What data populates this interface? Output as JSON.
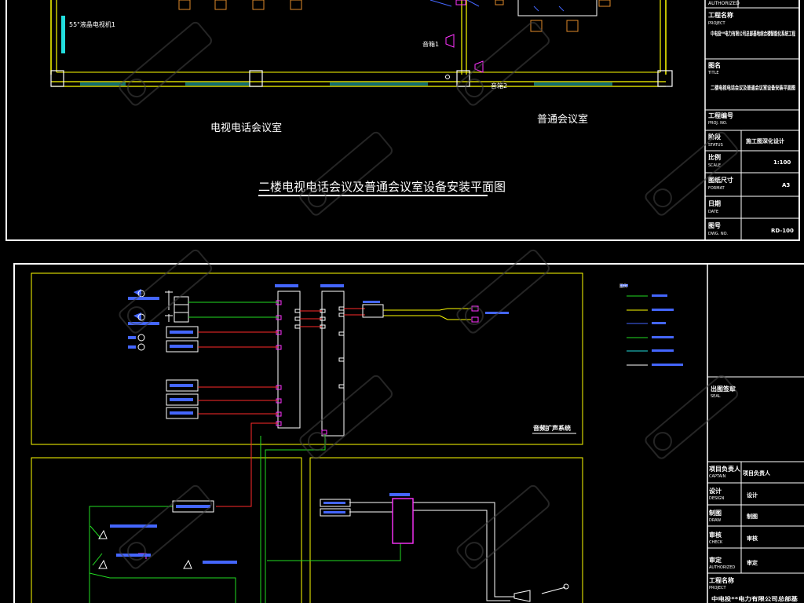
{
  "top_sheet": {
    "rooms": {
      "tv_room": "电视电话会议室",
      "ordinary_room": "普通会议室"
    },
    "labels": {
      "tv": "55\"液晶电视机1",
      "speaker1": "音箱1",
      "speaker2": "音箱2"
    },
    "drawing_title": "二楼电视电话会议及普通会议室设备安装平面图",
    "title_block": [
      {
        "label": "工程名称",
        "sub": "PROJECT",
        "value": "中电投**电力有限公司总部基地综合楼智能化系统工程"
      },
      {
        "label": "图名",
        "sub": "TITLE",
        "value": "二楼电视电话会议及普通会议室设备安装平面图"
      },
      {
        "label": "工程编号",
        "sub": "PROJ. NO.",
        "value": ""
      },
      {
        "label": "阶段",
        "sub": "STATUS",
        "value": "施工图深化设计"
      },
      {
        "label": "比例",
        "sub": "SCALE",
        "value": "1:100"
      },
      {
        "label": "图纸尺寸",
        "sub": "FORMAT",
        "value": "A3"
      },
      {
        "label": "日期",
        "sub": "DATE",
        "value": ""
      },
      {
        "label": "图号",
        "sub": "DWG. NO.",
        "value": "RD-100"
      }
    ],
    "top_authorized": "AUTHORIZED"
  },
  "bottom_sheet": {
    "audio_system_title": "音频扩声系统",
    "title_block": [
      {
        "label": "出图签章",
        "sub": "SEAL",
        "value": ""
      },
      {
        "label": "项目负责人",
        "sub": "CAPTAIN",
        "value": "项目负责人"
      },
      {
        "label": "设计",
        "sub": "DESIGN",
        "value": "设计"
      },
      {
        "label": "制图",
        "sub": "DRAW",
        "value": "制图"
      },
      {
        "label": "审核",
        "sub": "CHECK",
        "value": "审核"
      },
      {
        "label": "审定",
        "sub": "AUTHORIZED",
        "value": "审定"
      },
      {
        "label": "工程名称",
        "sub": "PROJECT",
        "value": "中电投**电力有限公司总部基"
      }
    ],
    "legend_title": "图例"
  },
  "colors": {
    "yellow": "#ffff00",
    "magenta": "#ff33ff",
    "red": "#ff2a2a",
    "green": "#22dd22",
    "cyan": "#22dddd",
    "blue": "#4466ff",
    "white": "#ffffff",
    "orange": "#e08a2a"
  }
}
